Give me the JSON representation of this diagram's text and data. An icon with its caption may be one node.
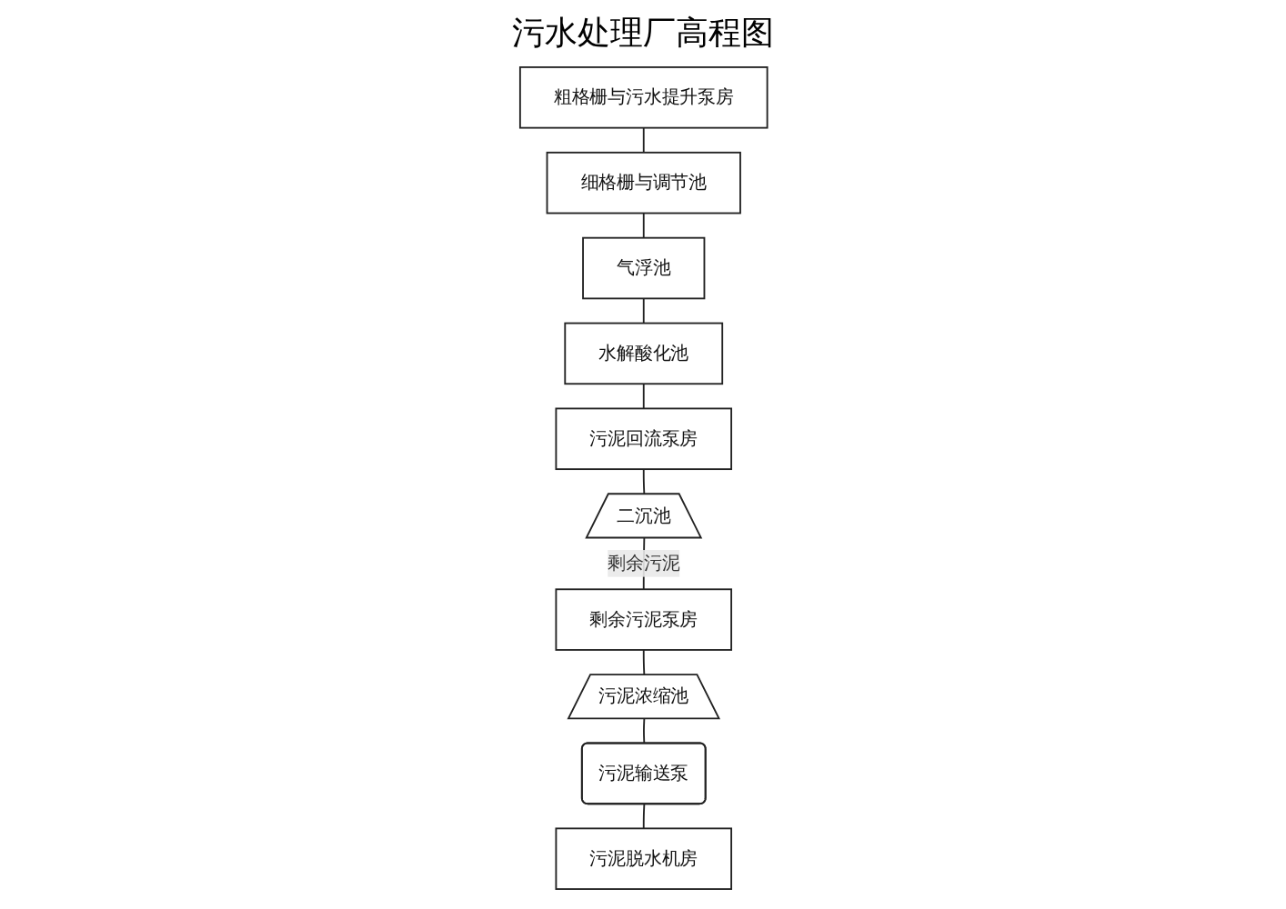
{
  "diagram": {
    "title": "污水处理厂高程图",
    "nodes": [
      {
        "text": [
          "粗格栅与污水提升泵房"
        ]
      },
      {
        "text": [
          "细格栅与调节池"
        ]
      },
      {
        "text": [
          "气浮池"
        ]
      },
      {
        "text": [
          "水解酸化池"
        ]
      },
      {
        "text": [
          "污泥回流泵房"
        ]
      },
      {
        "text": [
          "二沉池"
        ]
      },
      {
        "text": [
          "污泥脱水机房"
        ]
      },
      {
        "text": [
          "污泥输送泵"
        ]
      },
      {
        "text": [
          "污泥浓缩池"
        ]
      },
      {
        "text": [
          "剩余污泥泵房"
        ]
      }
    ],
    "edges": [
      {
        "from": 0,
        "to": 1,
        "arrow": "none"
      },
      {
        "from": 1,
        "to": 2,
        "arrow": "none"
      },
      {
        "from": 2,
        "to": 3,
        "arrow": "none"
      },
      {
        "from": 3,
        "to": 4,
        "arrow": "none"
      },
      {
        "from": 4,
        "to": 5,
        "arrow": "none"
      },
      {
        "from": 5,
        "to": 9,
        "arrow": "none",
        "label": "剩余污泥"
      },
      {
        "from": 9,
        "to": 8,
        "arrow": "none"
      },
      {
        "from": 8,
        "to": 7,
        "arrow": "none"
      },
      {
        "from": 7,
        "to": 6,
        "arrow": "none"
      }
    ]
  }
}
